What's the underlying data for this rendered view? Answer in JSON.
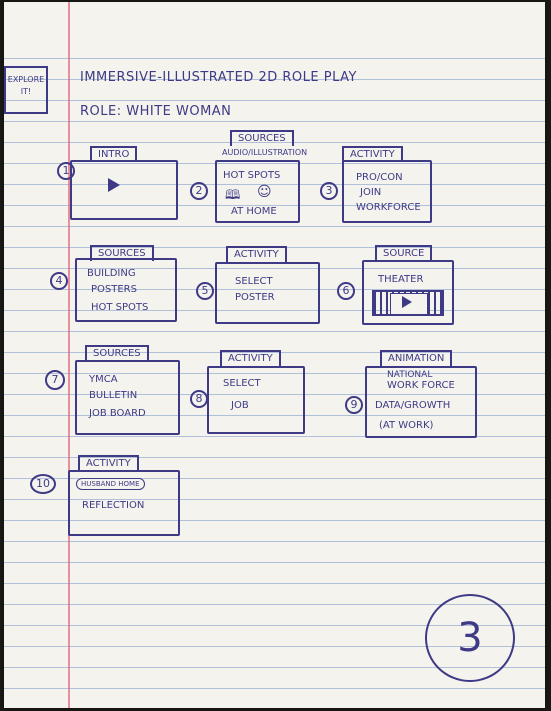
{
  "header": {
    "badge_line1": "EXPLORE",
    "badge_line2": "IT!",
    "title": "IMMERSIVE-ILLUSTRATED 2D ROLE PLAY",
    "role": "ROLE: WHITE WOMAN"
  },
  "frames": [
    {
      "num": "1",
      "tab": "INTRO",
      "lines": []
    },
    {
      "num": "2",
      "tab": "SOURCES",
      "subtab": "AUDIO/ILLUSTRATION",
      "lines": [
        "HOT SPOTS",
        "AT HOME"
      ]
    },
    {
      "num": "3",
      "tab": "ACTIVITY",
      "lines": [
        "PRO/CON",
        "JOIN",
        "WORKFORCE"
      ]
    },
    {
      "num": "4",
      "tab": "SOURCES",
      "lines": [
        "BUILDING",
        "POSTERS",
        "HOT SPOTS"
      ]
    },
    {
      "num": "5",
      "tab": "ACTIVITY",
      "lines": [
        "SELECT",
        "POSTER"
      ]
    },
    {
      "num": "6",
      "tab": "SOURCE",
      "lines": [
        "THEATER"
      ]
    },
    {
      "num": "7",
      "tab": "SOURCES",
      "lines": [
        "YMCA",
        "BULLETIN",
        "JOB BOARD"
      ]
    },
    {
      "num": "8",
      "tab": "ACTIVITY",
      "lines": [
        "SELECT",
        "JOB"
      ]
    },
    {
      "num": "9",
      "tab": "ANIMATION",
      "lines": [
        "NATIONAL",
        "WORK FORCE",
        "DATA/GROWTH",
        "(AT WORK)"
      ]
    },
    {
      "num": "10",
      "tab": "ACTIVITY",
      "lines": [
        "HUSBAND HOME",
        "REFLECTION"
      ]
    }
  ],
  "page_number": "3",
  "ink_color": "#3e3a85",
  "margin_color": "#e16e82",
  "rule_color": "#7896c8"
}
